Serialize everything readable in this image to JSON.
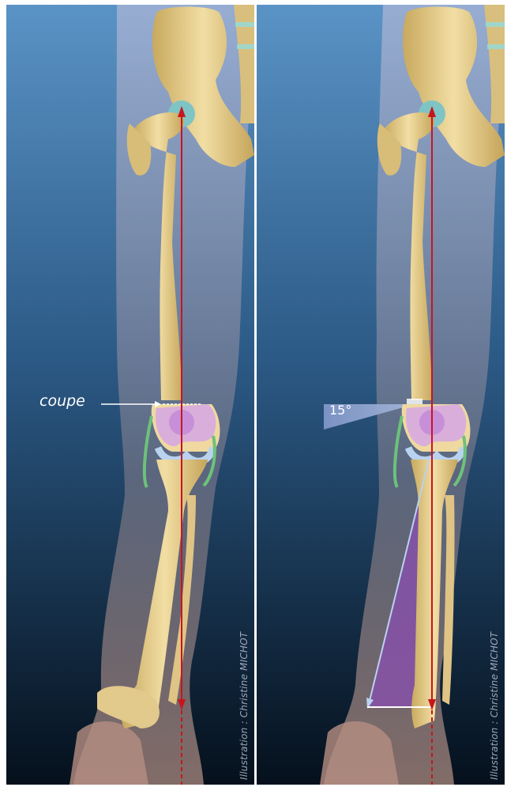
{
  "left_panel": {
    "label": "coupe",
    "credit": "Illustration : Christine MICHOT"
  },
  "right_panel": {
    "angle_label": "15°",
    "credit": "Illustration : Christine MICHOT"
  },
  "colors": {
    "background_top": "#5a93c6",
    "background_bottom": "#05101c",
    "bone": "#e6cf8f",
    "cartilage": "#d6a9e0",
    "meniscus": "#b9d2ef",
    "ligament": "#6cc27a",
    "axis_line": "#c8151d",
    "angle_wedge": "#7f96c8",
    "correction_fill": "#8a4fb0"
  }
}
